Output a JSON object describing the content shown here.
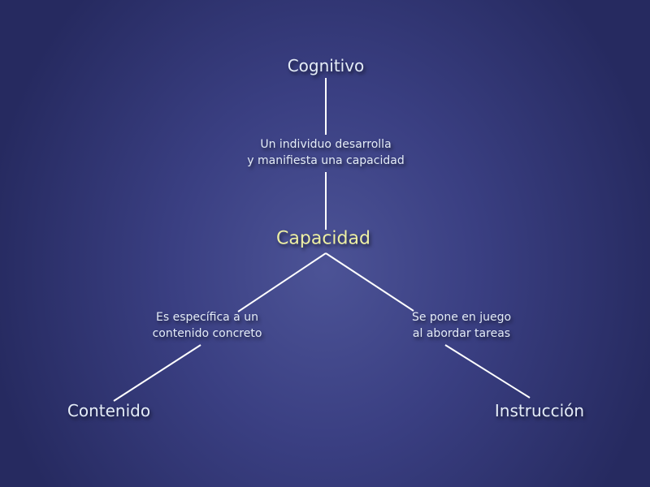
{
  "nodes": {
    "top": "Cognitivo",
    "center": "Capacidad",
    "left": "Contenido",
    "right": "Instrucción"
  },
  "links": {
    "top_center": [
      "Un individuo desarrolla",
      "y manifiesta una capacidad"
    ],
    "center_left": [
      "Es específica a un",
      "contenido concreto"
    ],
    "center_right": [
      "Se pone en juego",
      "al abordar tareas"
    ]
  },
  "colors": {
    "text": "#e4ecf7",
    "highlight": "#eef0a4",
    "line": "#ffffff"
  }
}
